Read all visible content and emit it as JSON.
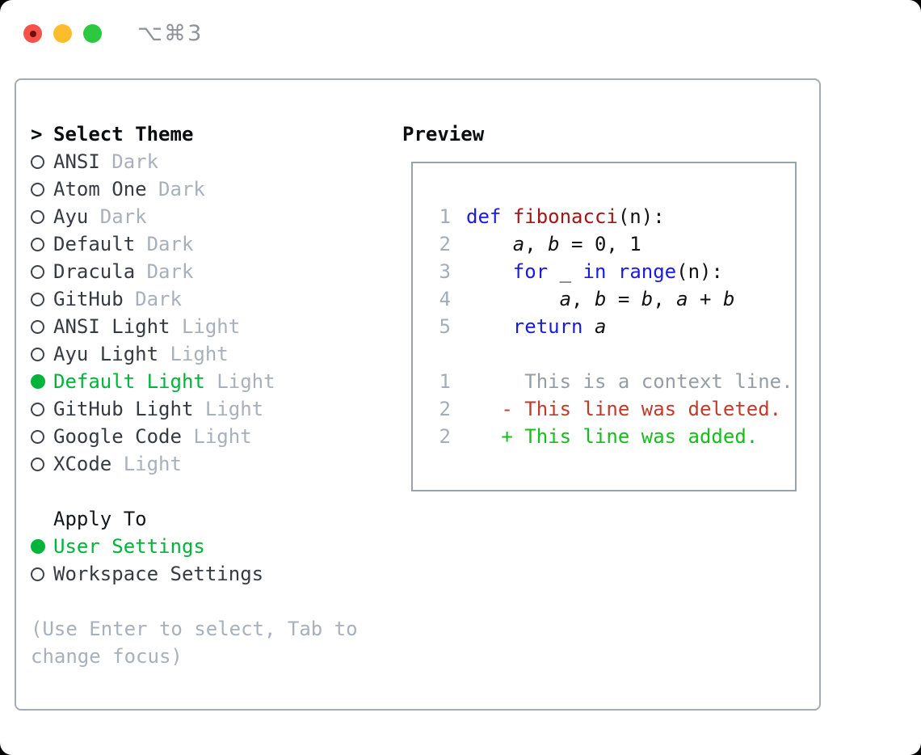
{
  "window": {
    "title_shortcut": "⌥⌘3"
  },
  "theme_panel": {
    "prompt": ">",
    "header": "Select Theme",
    "themes": [
      {
        "name": "ANSI",
        "variant": "Dark",
        "selected": false
      },
      {
        "name": "Atom One",
        "variant": "Dark",
        "selected": false
      },
      {
        "name": "Ayu",
        "variant": "Dark",
        "selected": false
      },
      {
        "name": "Default",
        "variant": "Dark",
        "selected": false
      },
      {
        "name": "Dracula",
        "variant": "Dark",
        "selected": false
      },
      {
        "name": "GitHub",
        "variant": "Dark",
        "selected": false
      },
      {
        "name": "ANSI Light",
        "variant": "Light",
        "selected": false
      },
      {
        "name": "Ayu Light",
        "variant": "Light",
        "selected": false
      },
      {
        "name": "Default Light",
        "variant": "Light",
        "selected": true
      },
      {
        "name": "GitHub Light",
        "variant": "Light",
        "selected": false
      },
      {
        "name": "Google Code",
        "variant": "Light",
        "selected": false
      },
      {
        "name": "XCode",
        "variant": "Light",
        "selected": false
      }
    ],
    "apply_to": {
      "header": "Apply To",
      "options": [
        {
          "label": "User Settings",
          "selected": true
        },
        {
          "label": "Workspace Settings",
          "selected": false
        }
      ]
    },
    "help_text": "(Use Enter to select, Tab to change focus)"
  },
  "preview": {
    "header": "Preview",
    "code_lines": [
      {
        "num": "1",
        "tokens": [
          {
            "t": "def",
            "c": "kw"
          },
          {
            "t": " "
          },
          {
            "t": "fibonacci",
            "c": "fn"
          },
          {
            "t": "(n):"
          }
        ]
      },
      {
        "num": "2",
        "tokens": [
          {
            "t": "    "
          },
          {
            "t": "a",
            "c": "var"
          },
          {
            "t": ", "
          },
          {
            "t": "b",
            "c": "var"
          },
          {
            "t": " = 0, 1"
          }
        ]
      },
      {
        "num": "3",
        "tokens": [
          {
            "t": "    "
          },
          {
            "t": "for",
            "c": "kw"
          },
          {
            "t": " _ "
          },
          {
            "t": "in",
            "c": "kw"
          },
          {
            "t": " "
          },
          {
            "t": "range",
            "c": "kw"
          },
          {
            "t": "(n):"
          }
        ]
      },
      {
        "num": "4",
        "tokens": [
          {
            "t": "        "
          },
          {
            "t": "a",
            "c": "var"
          },
          {
            "t": ", "
          },
          {
            "t": "b",
            "c": "var"
          },
          {
            "t": " = "
          },
          {
            "t": "b",
            "c": "var"
          },
          {
            "t": ", "
          },
          {
            "t": "a",
            "c": "var"
          },
          {
            "t": " + "
          },
          {
            "t": "b",
            "c": "var"
          }
        ]
      },
      {
        "num": "5",
        "tokens": [
          {
            "t": "    "
          },
          {
            "t": "return",
            "c": "kw"
          },
          {
            "t": " "
          },
          {
            "t": "a",
            "c": "var"
          }
        ]
      }
    ],
    "diff_lines": [
      {
        "num": "1",
        "tokens": [
          {
            "t": "     This is a context line.",
            "c": "ctx"
          }
        ]
      },
      {
        "num": "2",
        "tokens": [
          {
            "t": "   - This line was deleted.",
            "c": "del"
          }
        ]
      },
      {
        "num": "2",
        "tokens": [
          {
            "t": "   + This line was added.",
            "c": "add"
          }
        ]
      }
    ]
  },
  "colors": {
    "accent_green": "#00b43a",
    "added_green": "#16bd1d",
    "deleted_red": "#c13a2b",
    "keyword_blue": "#1a1ae6",
    "function_red": "#a31515",
    "context_gray": "#959da6",
    "muted_gray": "#a8b0bc",
    "text_dark": "#363b42",
    "gutter_gray": "#a3acb8",
    "panel_border": "#a3abb4",
    "preview_border": "#99a3ad",
    "traffic_red": "#f8514a",
    "traffic_yellow": "#fdbc2c",
    "traffic_green": "#2bc840"
  }
}
